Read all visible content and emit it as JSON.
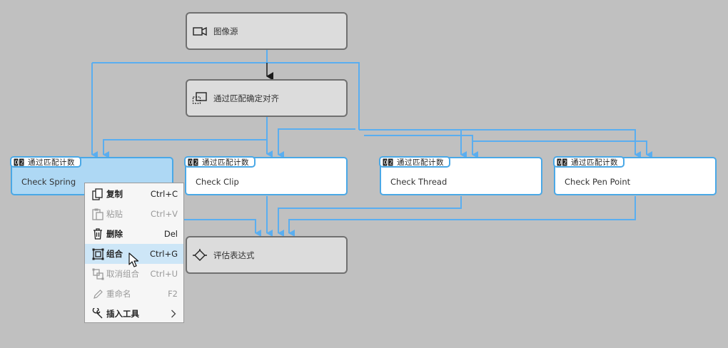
{
  "nodes": {
    "image_source": {
      "label": "图像源",
      "icon": "camera-icon"
    },
    "align": {
      "label": "通过匹配确定对齐",
      "icon": "align-icon"
    },
    "evaluate": {
      "label": "评估表达式",
      "icon": "expression-icon"
    }
  },
  "tools": [
    {
      "tag": "通过匹配计数",
      "name": "Check Spring",
      "selected": true
    },
    {
      "tag": "通过匹配计数",
      "name": "Check Clip",
      "selected": false
    },
    {
      "tag": "通过匹配计数",
      "name": "Check Thread",
      "selected": false
    },
    {
      "tag": "通过匹配计数",
      "name": "Check Pen Point",
      "selected": false
    }
  ],
  "context_menu": {
    "items": [
      {
        "label": "复制",
        "shortcut": "Ctrl+C",
        "icon": "copy-icon",
        "enabled": true
      },
      {
        "label": "粘贴",
        "shortcut": "Ctrl+V",
        "icon": "paste-icon",
        "enabled": false
      },
      {
        "label": "删除",
        "shortcut": "Del",
        "icon": "trash-icon",
        "enabled": true
      },
      {
        "label": "组合",
        "shortcut": "Ctrl+G",
        "icon": "group-icon",
        "enabled": true,
        "hovered": true
      },
      {
        "label": "取消组合",
        "shortcut": "Ctrl+U",
        "icon": "ungroup-icon",
        "enabled": false
      },
      {
        "label": "重命名",
        "shortcut": "F2",
        "icon": "pencil-icon",
        "enabled": false
      },
      {
        "label": "插入工具",
        "shortcut": "",
        "icon": "wrench-icon",
        "enabled": true,
        "submenu": true
      }
    ]
  },
  "colors": {
    "wire": "#5aaef0",
    "tool_border": "#4aa8e6",
    "selected_fill": "#aed8f4",
    "background": "#c0c0c0"
  }
}
